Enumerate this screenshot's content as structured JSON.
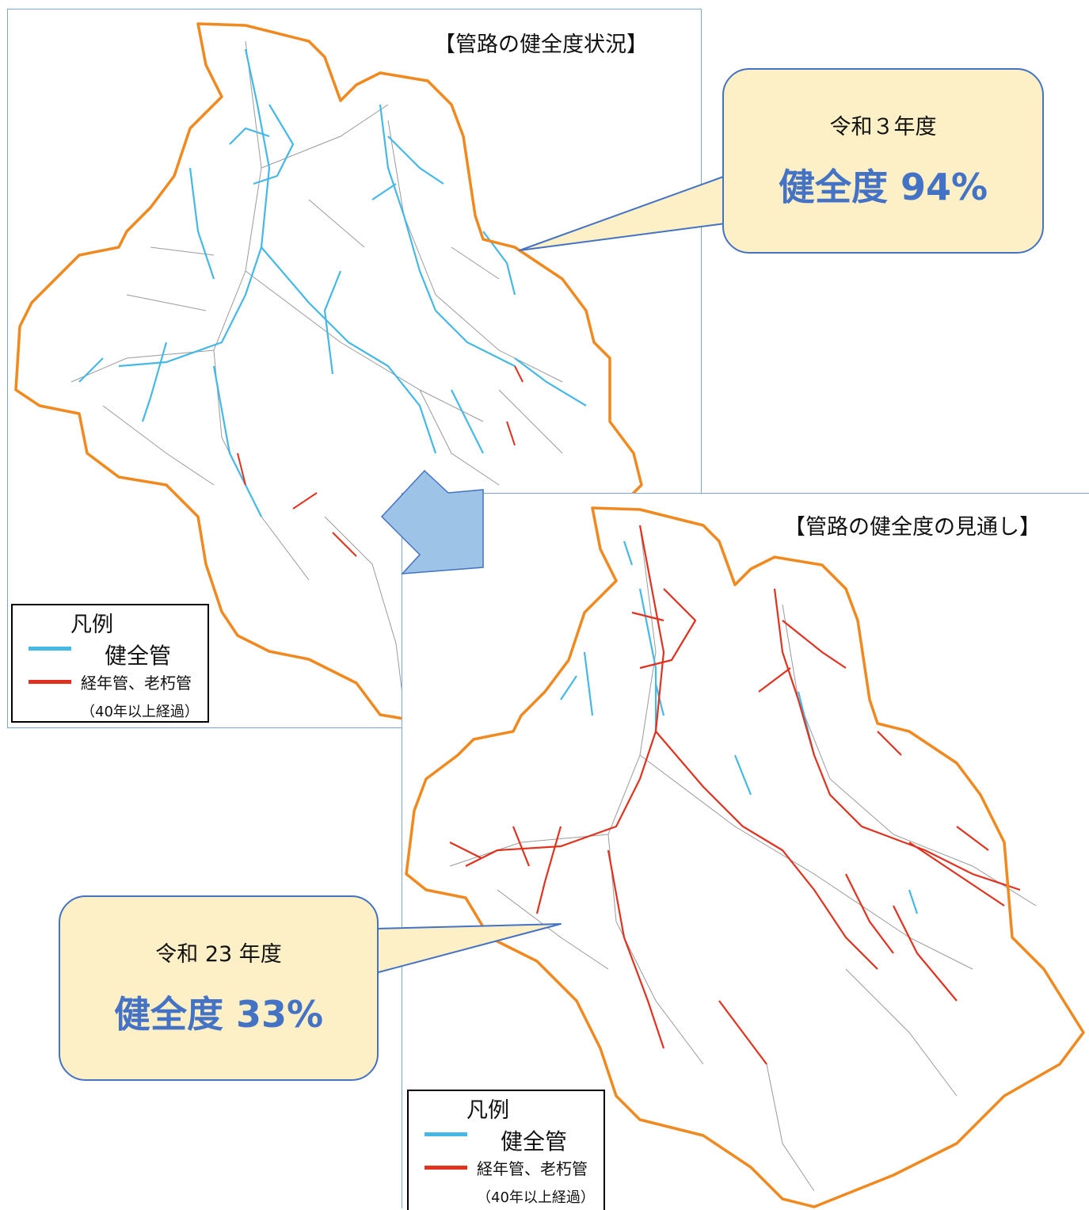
{
  "current_map": {
    "title": "【管路の健全度状況】",
    "legend": {
      "title": "凡例",
      "healthy_label": "健全管",
      "aged_label": "経年管、老朽管",
      "aged_note": "（40年以上経過）"
    }
  },
  "forecast_map": {
    "title": "【管路の健全度の見通し】",
    "legend": {
      "title": "凡例",
      "healthy_label": "健全管",
      "aged_label": "経年管、老朽管",
      "aged_note": "（40年以上経過）"
    }
  },
  "callout_current": {
    "year": "令和３年度",
    "soundness": "健全度 94%"
  },
  "callout_forecast": {
    "year": "令和 23 年度",
    "soundness": "健全度 33%"
  },
  "colors": {
    "boundary": "#f0891f",
    "healthy_pipe": "#45b8e6",
    "aged_pipe": "#e0321e",
    "callout_fill": "#fdefc6",
    "accent": "#4472c4",
    "arrow": "#9dc3e6"
  },
  "icons": {
    "transition_arrow": "arrow-down-right-icon"
  }
}
